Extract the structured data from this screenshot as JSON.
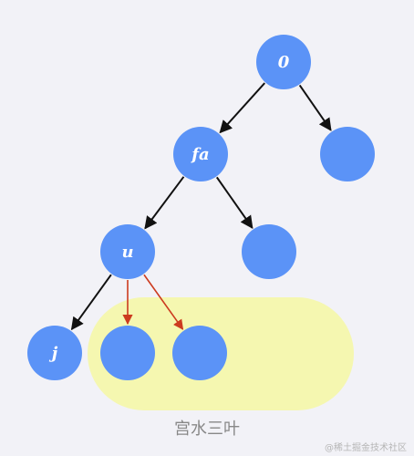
{
  "colors": {
    "background": "#f2f2f7",
    "node_fill": "#5b93f7",
    "node_label": "#ffffff",
    "edge_black": "#111111",
    "edge_red": "#cc3b1f",
    "highlight": "#f5f7b0",
    "caption": "#888888"
  },
  "nodes": {
    "root": {
      "label": "0"
    },
    "fa": {
      "label": "fa"
    },
    "root_right": {
      "label": ""
    },
    "u": {
      "label": "u"
    },
    "fa_right": {
      "label": ""
    },
    "j": {
      "label": "j"
    },
    "u_child_middle": {
      "label": ""
    },
    "u_child_right": {
      "label": ""
    }
  },
  "edges": [
    {
      "from": "root",
      "to": "fa",
      "color": "black"
    },
    {
      "from": "root",
      "to": "root_right",
      "color": "black"
    },
    {
      "from": "fa",
      "to": "u",
      "color": "black"
    },
    {
      "from": "fa",
      "to": "fa_right",
      "color": "black"
    },
    {
      "from": "u",
      "to": "j",
      "color": "black"
    },
    {
      "from": "u",
      "to": "u_child_middle",
      "color": "red"
    },
    {
      "from": "u",
      "to": "u_child_right",
      "color": "red"
    }
  ],
  "caption": "宫水三叶",
  "watermark": "@稀土掘金技术社区"
}
